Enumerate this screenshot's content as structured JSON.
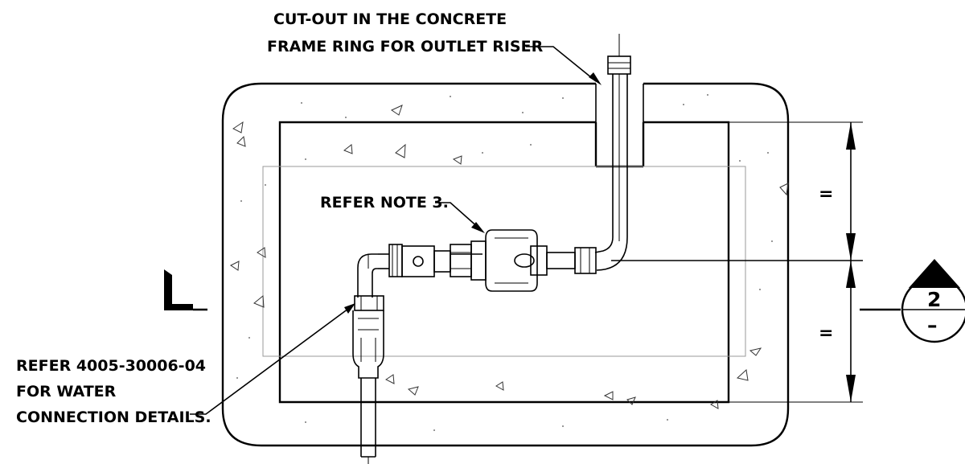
{
  "notes": {
    "cutout": [
      "CUT-OUT IN THE CONCRETE",
      "FRAME RING FOR OUTLET RISER"
    ],
    "refer_note": "REFER NOTE 3.",
    "refer_doc": [
      "REFER 4005-30006-04",
      "FOR WATER",
      "CONNECTION DETAILS."
    ]
  },
  "dimensions": {
    "upper": "=",
    "lower": "="
  },
  "section_marker": {
    "number": "2",
    "sheet": "–"
  }
}
